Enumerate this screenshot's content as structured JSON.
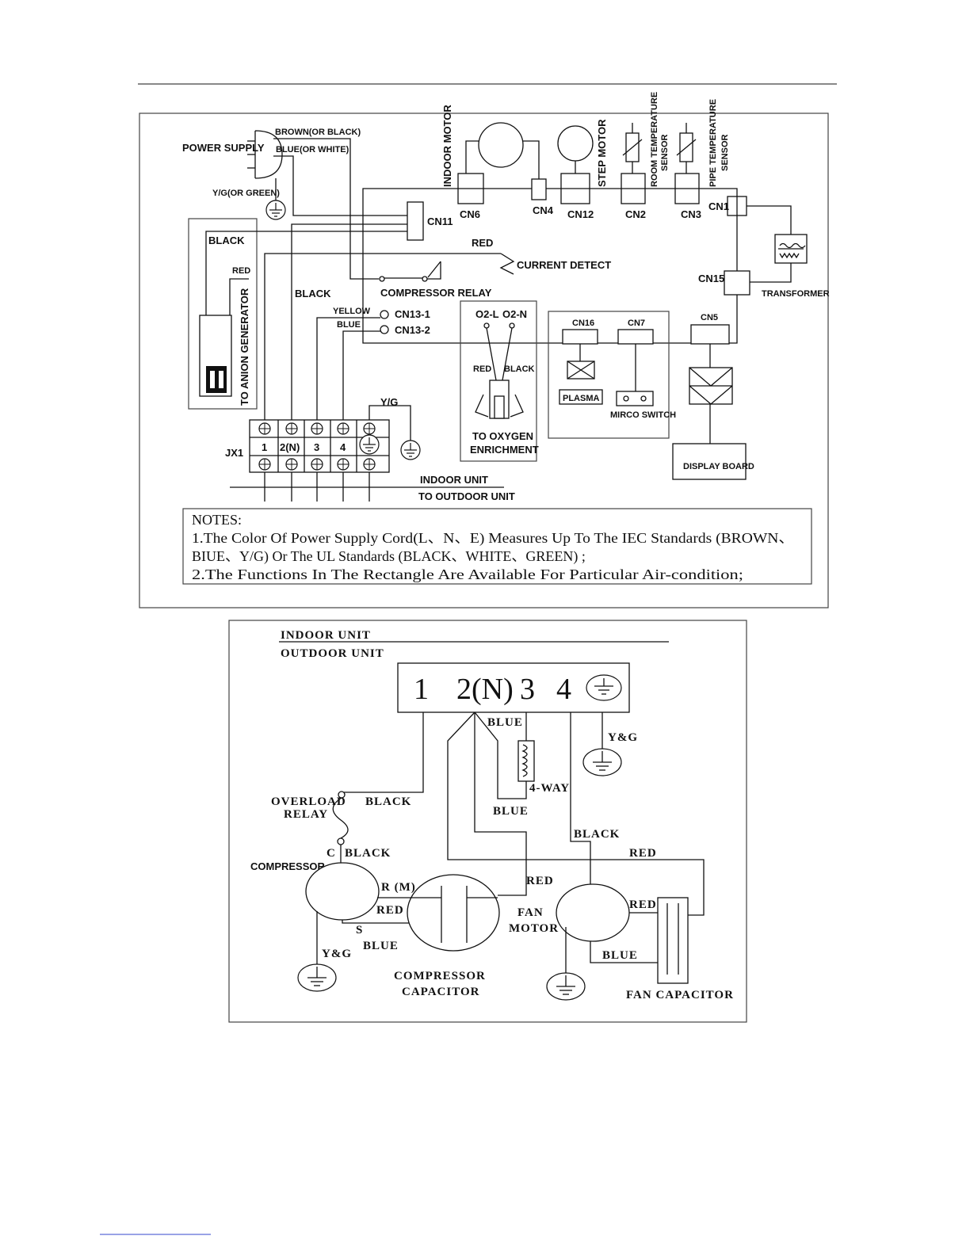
{
  "top_diagram": {
    "power": {
      "power_supply": "POWER SUPPLY",
      "brown": "BROWN(OR BLACK)",
      "blue": "BLUE(OR WHITE)",
      "yg": "Y/G(OR GREEN)"
    },
    "components": {
      "indoor_motor": "INDOOR MOTOR",
      "step_motor": "STEP MOTOR",
      "room_sensor_1": "ROOM TEMPERATURE",
      "room_sensor_2": "SENSOR",
      "pipe_sensor_1": "PIPE TEMPERATURE",
      "pipe_sensor_2": "SENSOR",
      "current_detect": "CURRENT DETECT",
      "compressor_relay": "COMPRESSOR RELAY",
      "transformer": "TRANSFORMER",
      "anion": "TO ANION GENERATOR",
      "oxygen_1": "TO OXYGEN",
      "oxygen_2": "ENRICHMENT",
      "plasma": "PLASMA",
      "micro_switch": "MIRCO SWITCH",
      "display_board": "DISPLAY BOARD"
    },
    "connectors": {
      "cn6": "CN6",
      "cn4": "CN4",
      "cn12": "CN12",
      "cn2": "CN2",
      "cn3": "CN3",
      "cn1": "CN1",
      "cn11": "CN11",
      "cn15": "CN15",
      "cn5": "CN5",
      "cn16": "CN16",
      "cn7": "CN7",
      "cn13_1": "CN13-1",
      "cn13_2": "CN13-2",
      "o2l": "O2-L",
      "o2n": "O2-N",
      "jx1": "JX1"
    },
    "wires": {
      "black": "BLACK",
      "red": "RED",
      "yellow": "YELLOW",
      "blue": "BLUE",
      "yg": "Y/G"
    },
    "terminals": [
      "1",
      "2(N)",
      "3",
      "4"
    ],
    "units": {
      "indoor": "INDOOR UNIT",
      "outdoor": "TO OUTDOOR UNIT"
    },
    "notes": {
      "title": "NOTES:",
      "line1": "1.The Color Of Power Supply Cord(L、N、E) Measures Up To The IEC Standards (BROWN、",
      "line2": "BIUE、Y/G)  Or The UL Standards (BLACK、WHITE、GREEN) ;",
      "line3": "2.The Functions In The Rectangle Are Available For Particular Air-condition;"
    }
  },
  "bottom_diagram": {
    "indoor_unit": "INDOOR UNIT",
    "outdoor_unit": "OUTDOOR UNIT",
    "terminals": [
      "1",
      "2(N)",
      "3",
      "4"
    ],
    "labels": {
      "blue_top": "BLUE",
      "yg_right": "Y&G",
      "four_way": "4-WAY",
      "blue_mid": "BLUE",
      "overload_1": "OVERLOAD",
      "overload_2": "RELAY",
      "black_1": "BLACK",
      "black_right": "BLACK",
      "red_right": "RED",
      "c": "C",
      "black_c": "BLACK",
      "compressor": "COMPRESSOR",
      "rm": "R (M)",
      "red_mid": "RED",
      "red_cap": "RED",
      "red_fan": "RED",
      "s": "S",
      "blue_s": "BLUE",
      "yg_left": "Y&G",
      "fan_1": "FAN",
      "fan_2": "MOTOR",
      "blue_fan": "BLUE",
      "comp_cap_1": "COMPRESSOR",
      "comp_cap_2": "CAPACITOR",
      "fan_cap": "FAN CAPACITOR"
    }
  }
}
